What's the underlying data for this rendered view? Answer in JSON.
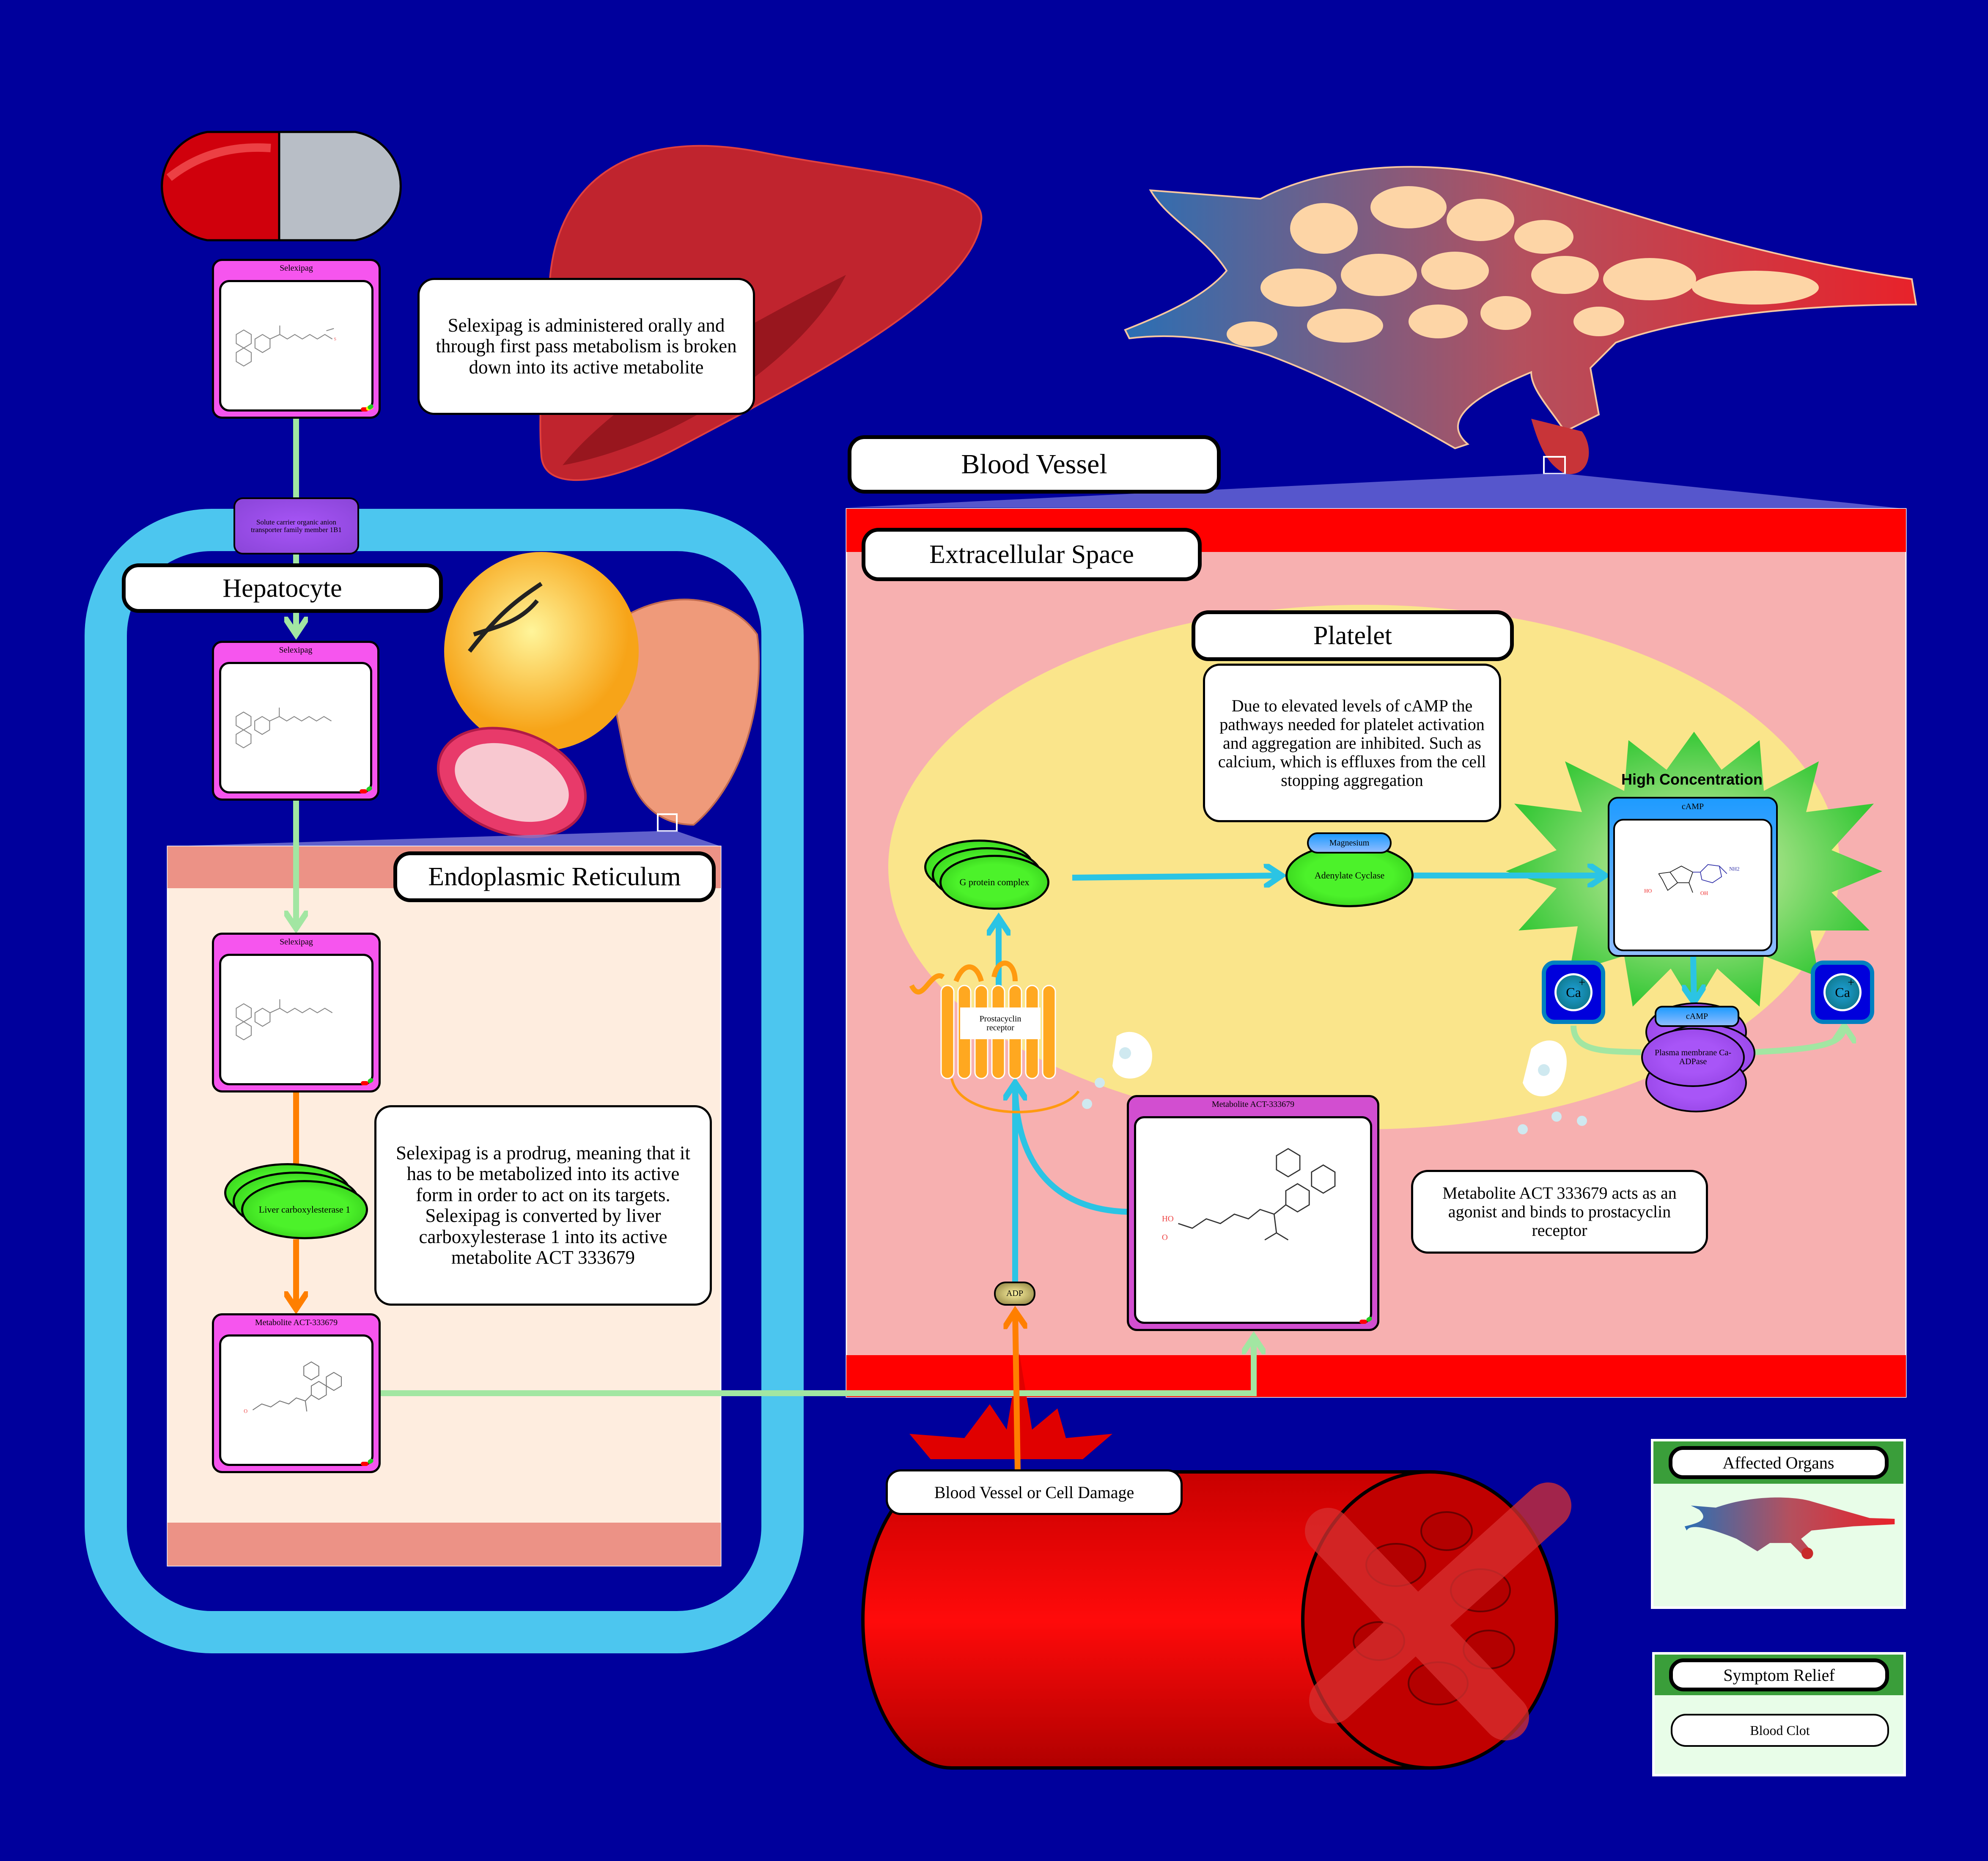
{
  "drug": {
    "card_title": "Selexipag"
  },
  "metabolite": {
    "card_title": "Metabolite ACT-333679"
  },
  "notes": {
    "oral_admin": "Selexipag is administered orally and through first pass metabolism is broken down into its active metabolite",
    "prodrug": "Selexipag is a prodrug, meaning that it has to be metabolized into its active form in order to act on its targets. Selexipag is converted by liver carboxylesterase 1 into its active metabolite ACT 333679",
    "platelet": "Due to elevated levels of cAMP the pathways needed for platelet activation and aggregation are inhibited. Such as calcium, which is effluxes from the cell stopping aggregation",
    "agonist": "Metabolite ACT 333679 acts as an agonist and binds to prostacyclin receptor"
  },
  "compartments": {
    "hepatocyte": "Hepatocyte",
    "er": "Endoplasmic Reticulum",
    "blood_vessel": "Blood Vessel",
    "extracellular": "Extracellular Space",
    "platelet": "Platelet"
  },
  "proteins": {
    "transporter": "Solute carrier organic anion transporter family member 1B1",
    "ces1": "Liver carboxylesterase 1",
    "g_protein": "G protein complex",
    "adenylate": "Adenylate Cyclase",
    "magnesium": "Magnesium",
    "receptor": "Prostacyclin receptor",
    "camp_small": "cAMP",
    "pmca": "Plasma membrane Ca-ADPase"
  },
  "camp": {
    "title": "cAMP",
    "burst_label": "High Concentration"
  },
  "ions": {
    "symbol": "Ca",
    "charge": "+"
  },
  "adp": "ADP",
  "damage": "Blood Vessel or Cell Damage",
  "legend": {
    "affected_organs": "Affected Organs",
    "symptom_relief": "Symptom Relief",
    "symptoms": [
      "Blood Clot"
    ]
  },
  "colors": {
    "background": "#00009c",
    "hepatocyte_ring": "#4cc6ef",
    "card": "#f655ee",
    "enzyme": "#4cf22a",
    "vessel_band": "#ff0000",
    "extracellular": "#f7b0b0",
    "platelet": "#fae58b"
  }
}
